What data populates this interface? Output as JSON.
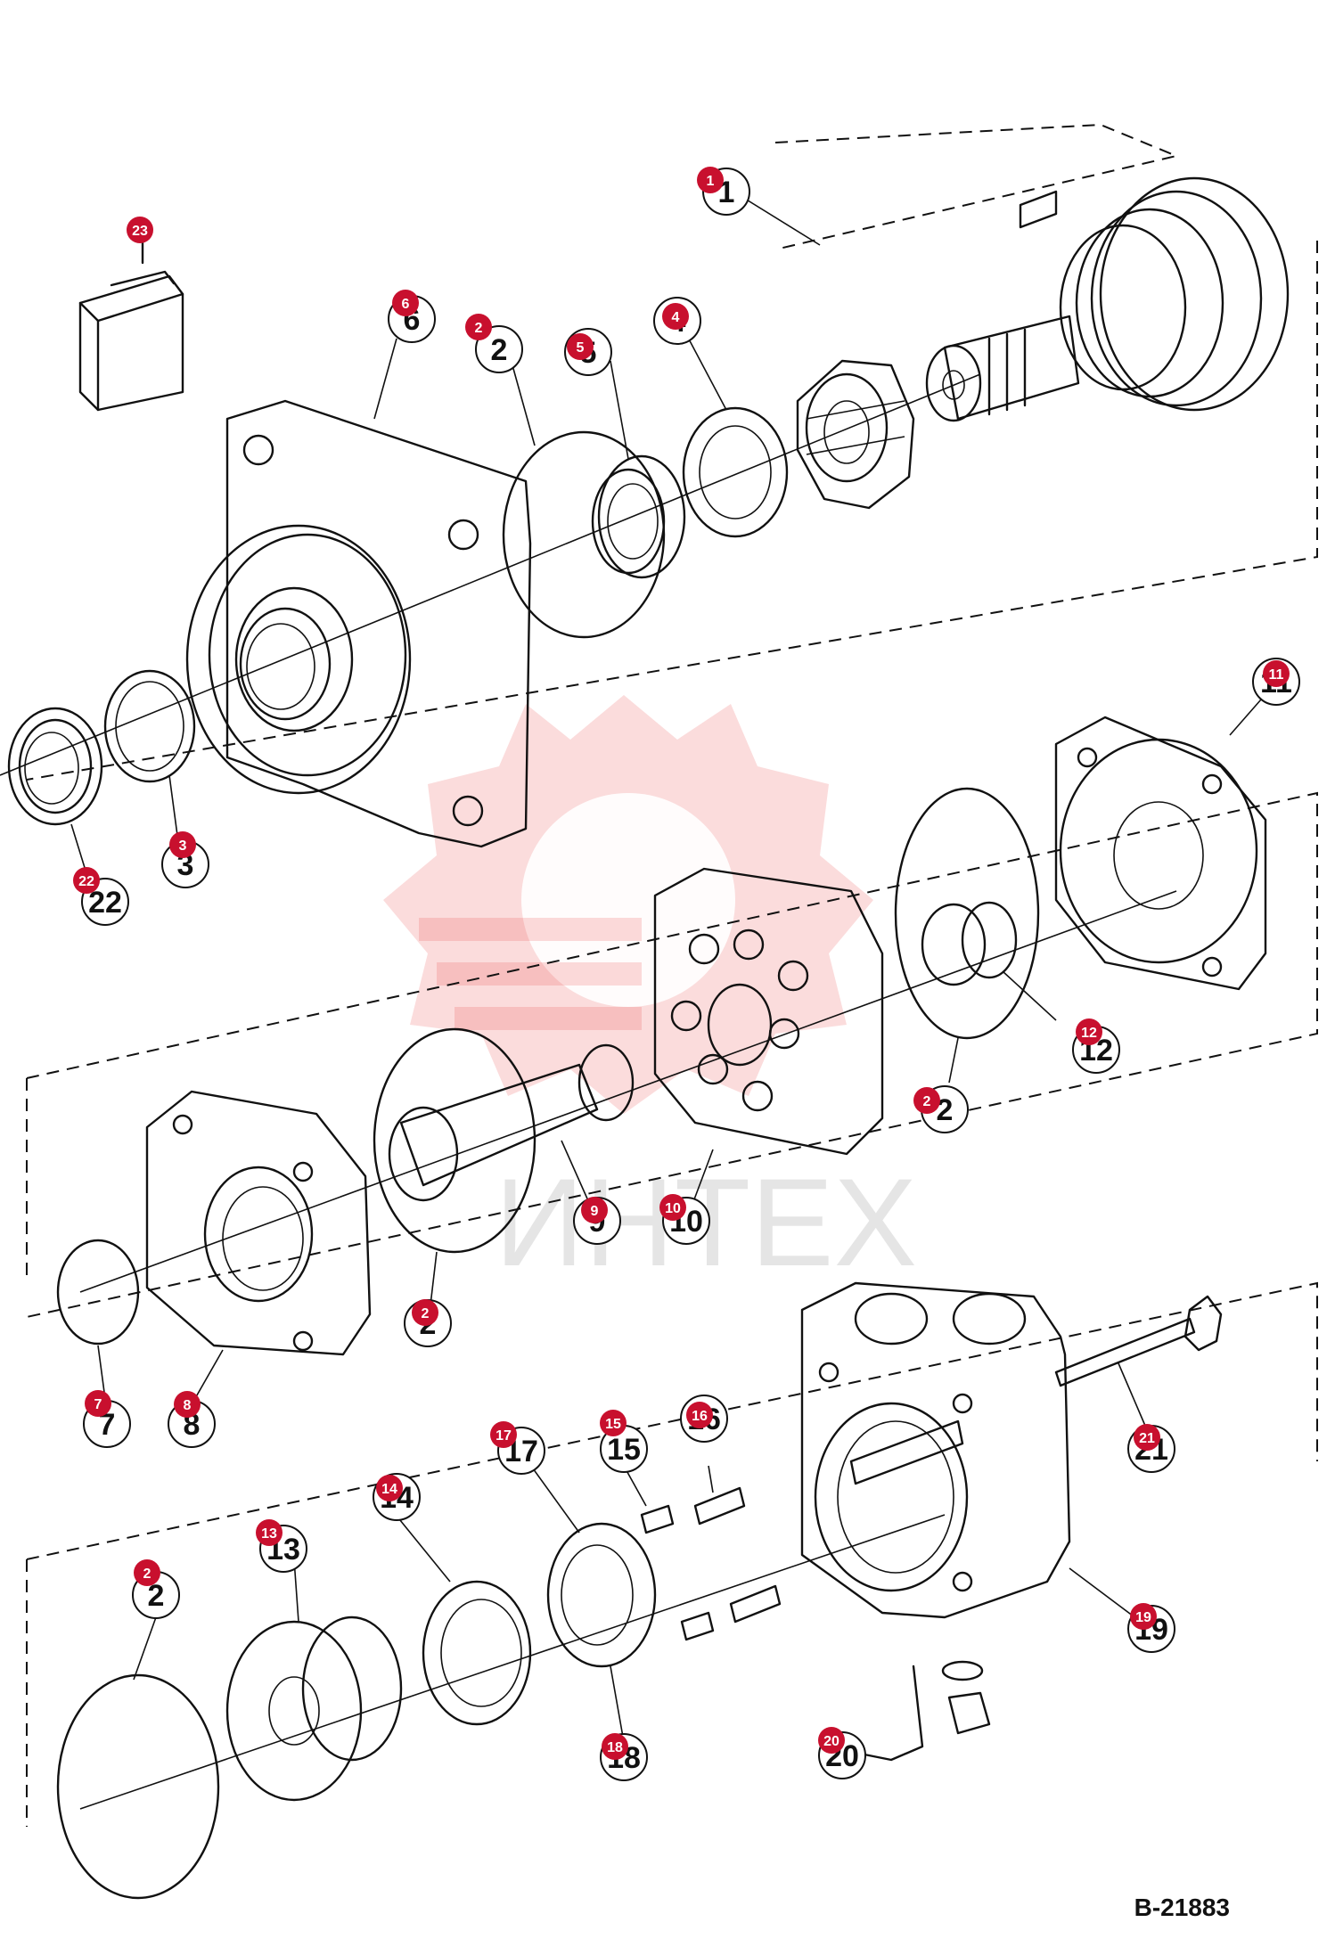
{
  "diagram_code": "B-21883",
  "watermark_text": "ИНТЕХ",
  "callouts": [
    {
      "id": "1",
      "label": "1"
    },
    {
      "id": "2",
      "label": "2"
    },
    {
      "id": "2b",
      "label": "2"
    },
    {
      "id": "2c",
      "label": "2"
    },
    {
      "id": "2d",
      "label": "2"
    },
    {
      "id": "3",
      "label": "3"
    },
    {
      "id": "4",
      "label": "4"
    },
    {
      "id": "5",
      "label": "5"
    },
    {
      "id": "6",
      "label": "6"
    },
    {
      "id": "7",
      "label": "7"
    },
    {
      "id": "8",
      "label": "8"
    },
    {
      "id": "9",
      "label": "9"
    },
    {
      "id": "10",
      "label": "10"
    },
    {
      "id": "11",
      "label": "11"
    },
    {
      "id": "12",
      "label": "12"
    },
    {
      "id": "13",
      "label": "13"
    },
    {
      "id": "14",
      "label": "14"
    },
    {
      "id": "15",
      "label": "15"
    },
    {
      "id": "16",
      "label": "16"
    },
    {
      "id": "17",
      "label": "17"
    },
    {
      "id": "18",
      "label": "18"
    },
    {
      "id": "19",
      "label": "19"
    },
    {
      "id": "20",
      "label": "20"
    },
    {
      "id": "21",
      "label": "21"
    },
    {
      "id": "22",
      "label": "22"
    },
    {
      "id": "23",
      "label": "23"
    }
  ]
}
